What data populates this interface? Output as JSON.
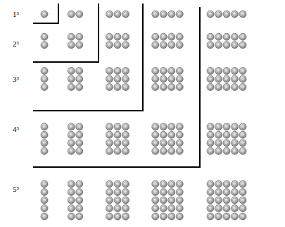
{
  "diagram": {
    "labels": [
      "1³",
      "2³",
      "3³",
      "4³",
      "5³"
    ]
  }
}
